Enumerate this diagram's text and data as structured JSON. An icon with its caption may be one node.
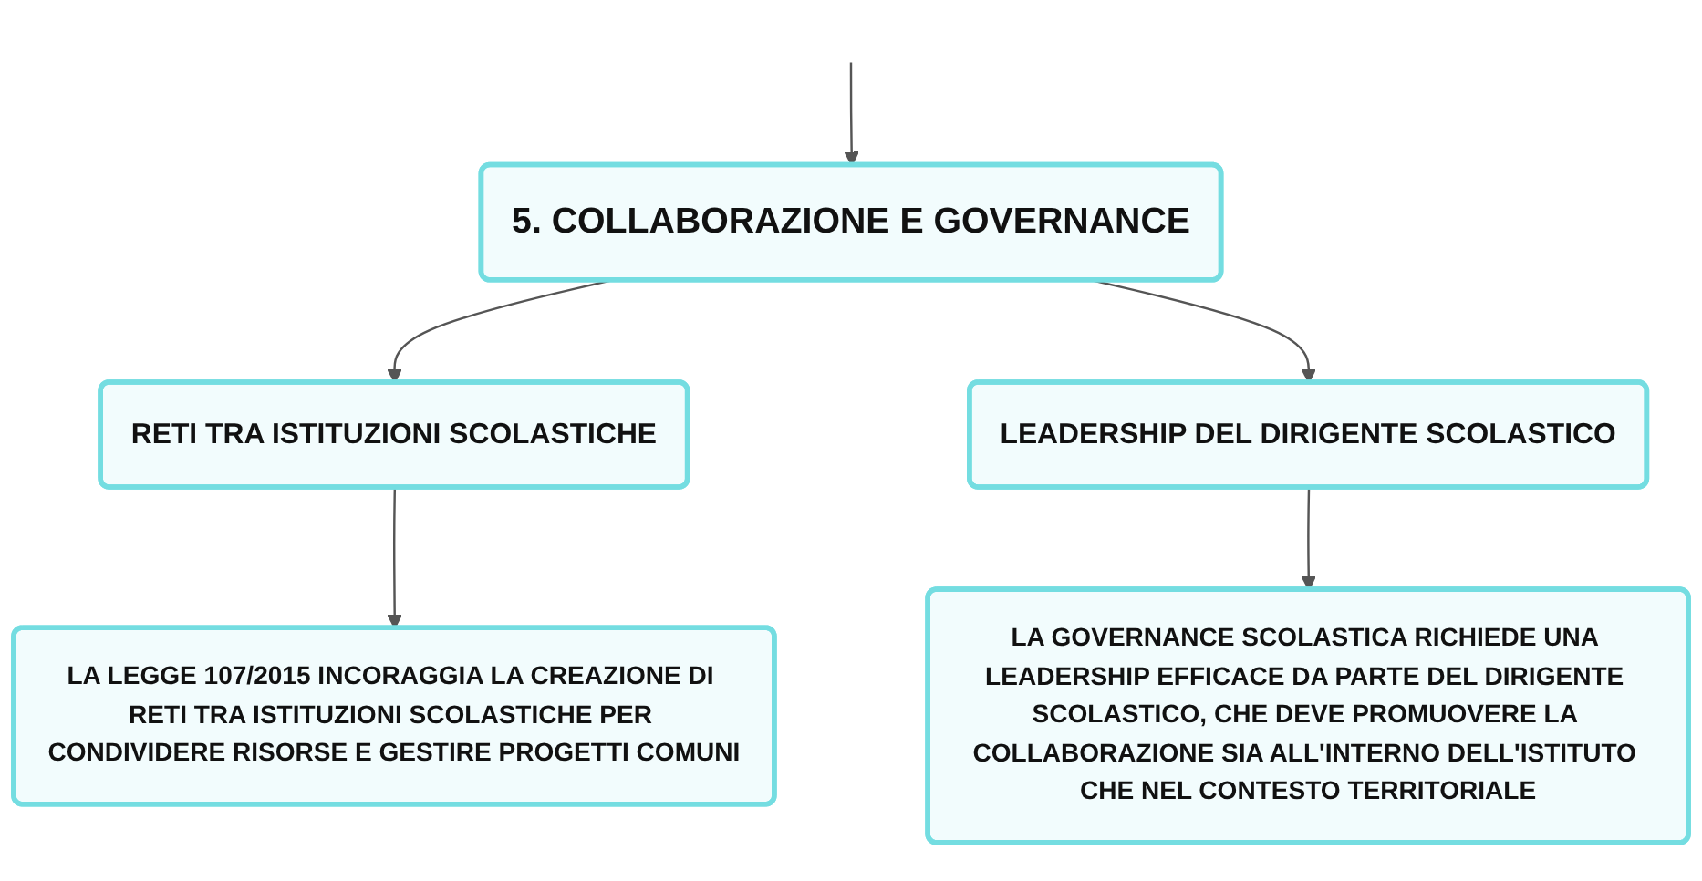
{
  "diagram": {
    "nodes": [
      {
        "text": [
          "5. COLLABORAZIONE E GOVERNANCE"
        ]
      },
      {
        "text": [
          "RETI TRA ISTITUZIONI SCOLASTICHE"
        ]
      },
      {
        "text": [
          "LEADERSHIP DEL DIRIGENTE SCOLASTICO"
        ]
      },
      {
        "text": [
          "LA LEGGE 107/2015 INCORAGGIA LA CREAZIONE DI RETI TRA ISTITUZIONI SCOLASTICHE PER CONDIVIDERE RISORSE E GESTIRE PROGETTI COMUNI"
        ]
      },
      {
        "text": [
          "LA GOVERNANCE SCOLASTICA RICHIEDE UNA LEADERSHIP EFFICACE DA PARTE DEL DIRIGENTE SCOLASTICO, CHE DEVE PROMUOVERE LA COLLABORAZIONE SIA ALL'INTERNO DELL'ISTITUTO CHE NEL CONTESTO TERRITORIALE"
        ]
      }
    ],
    "edges": [
      {
        "from": null,
        "to": 0,
        "arrow": "to"
      },
      {
        "from": 0,
        "to": 1,
        "arrow": "to"
      },
      {
        "from": 0,
        "to": 2,
        "arrow": "to"
      },
      {
        "from": 1,
        "to": 3,
        "arrow": "to"
      },
      {
        "from": 2,
        "to": 4,
        "arrow": "to"
      }
    ]
  }
}
